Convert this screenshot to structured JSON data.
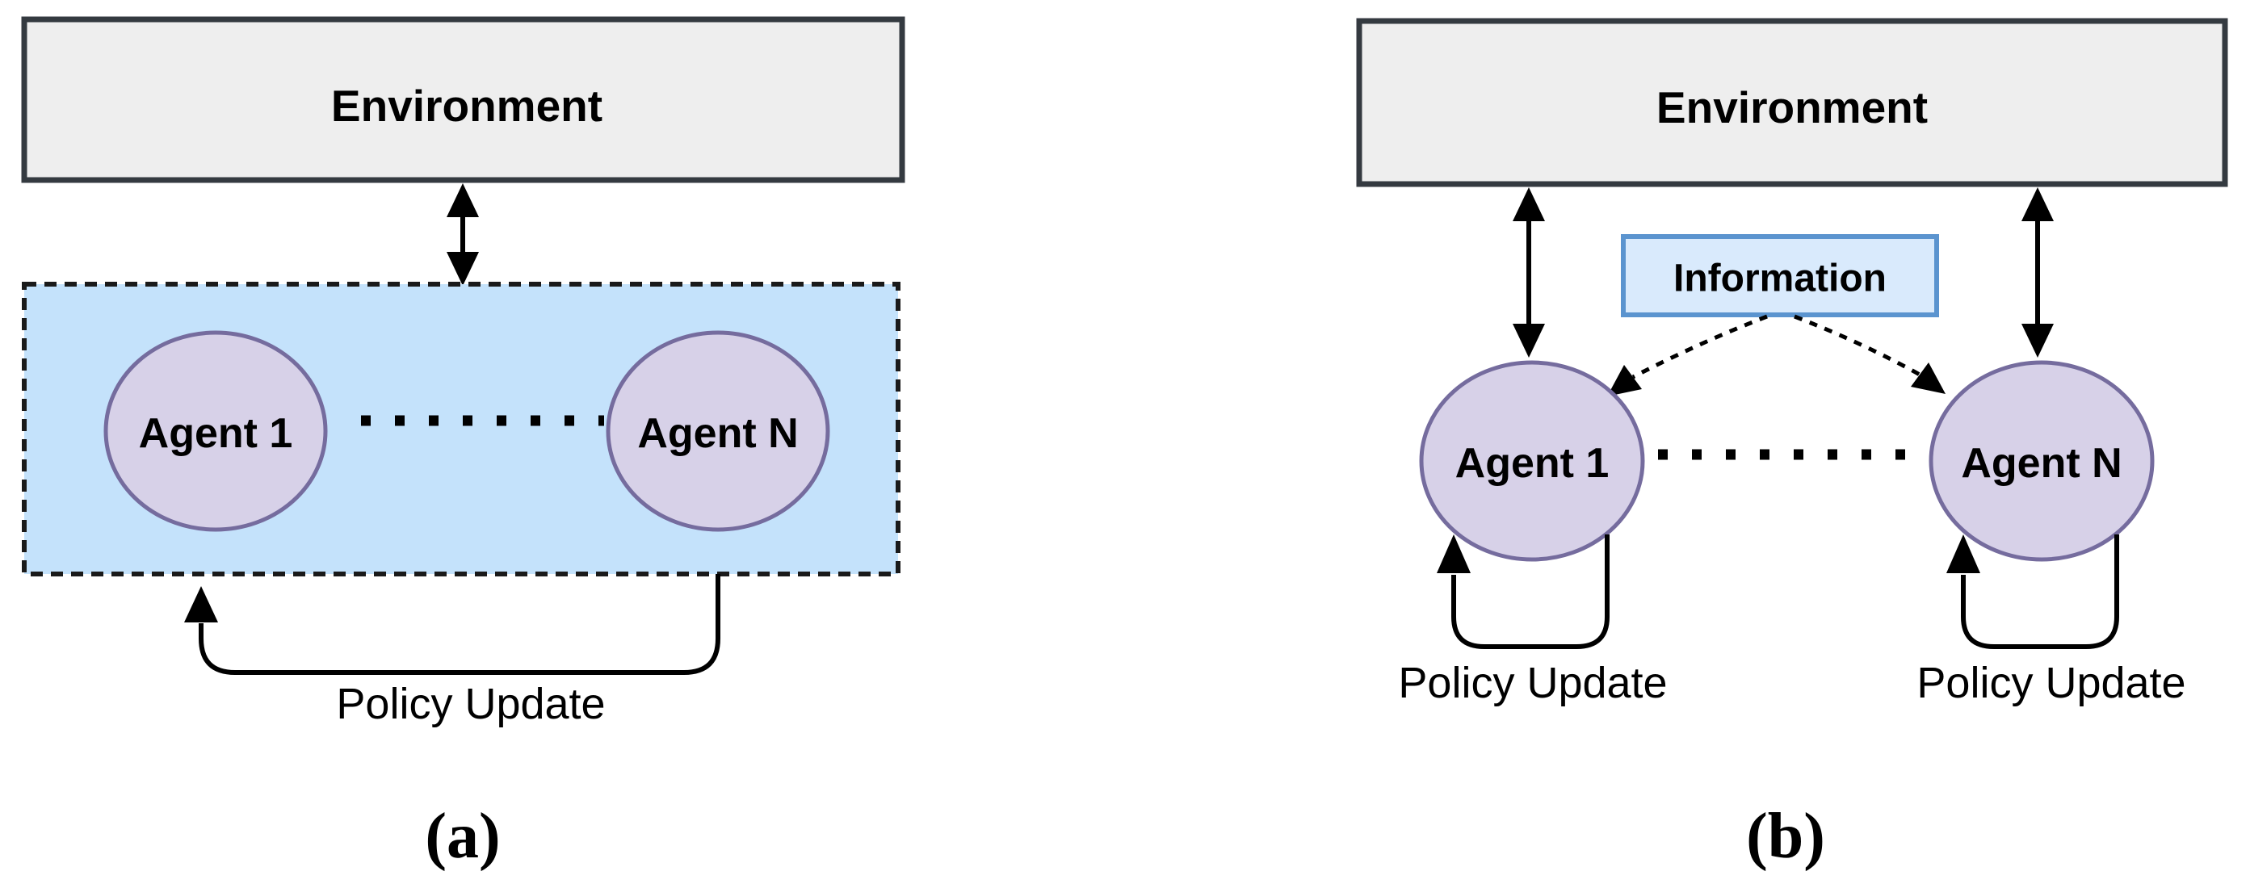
{
  "figure": {
    "panel_a": {
      "environment": "Environment",
      "agent_1": "Agent 1",
      "agent_n": "Agent N",
      "policy_update": "Policy Update",
      "caption": "(a)"
    },
    "panel_b": {
      "environment": "Environment",
      "information": "Information",
      "agent_1": "Agent 1",
      "agent_n": "Agent N",
      "policy_update_left": "Policy Update",
      "policy_update_right": "Policy Update",
      "caption": "(b)"
    },
    "colors": {
      "environment_fill": "#eeeeee",
      "environment_border": "#343a40",
      "agents_container_fill": "#c4e2fb",
      "agents_container_border": "#1a1a1a",
      "agent_fill": "#d7d1e8",
      "agent_border": "#756c9e",
      "information_fill": "#d9eafc",
      "information_border": "#5b94cf",
      "arrow_color": "#000000"
    }
  }
}
